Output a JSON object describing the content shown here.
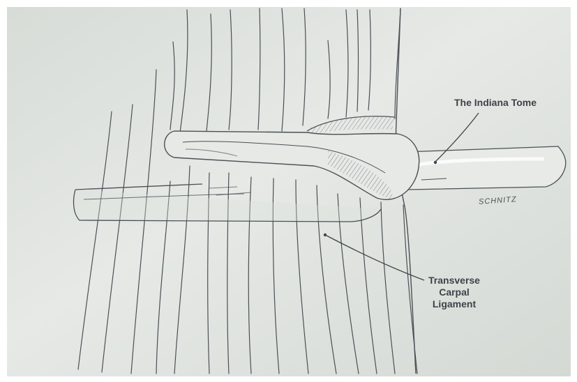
{
  "labels": {
    "instrument": "The Indiana Tome",
    "ligament_line1": "Transverse",
    "ligament_line2": "Carpal",
    "ligament_line3": "Ligament"
  },
  "signature": "SCHNITZ",
  "colors": {
    "frame": "#ffffff",
    "paper": "#dfe3df",
    "paper_light": "#ecefec",
    "ink": "#4a4f55",
    "instrument_fill": "#e4e8e4",
    "hatch": "#7a7f85"
  }
}
